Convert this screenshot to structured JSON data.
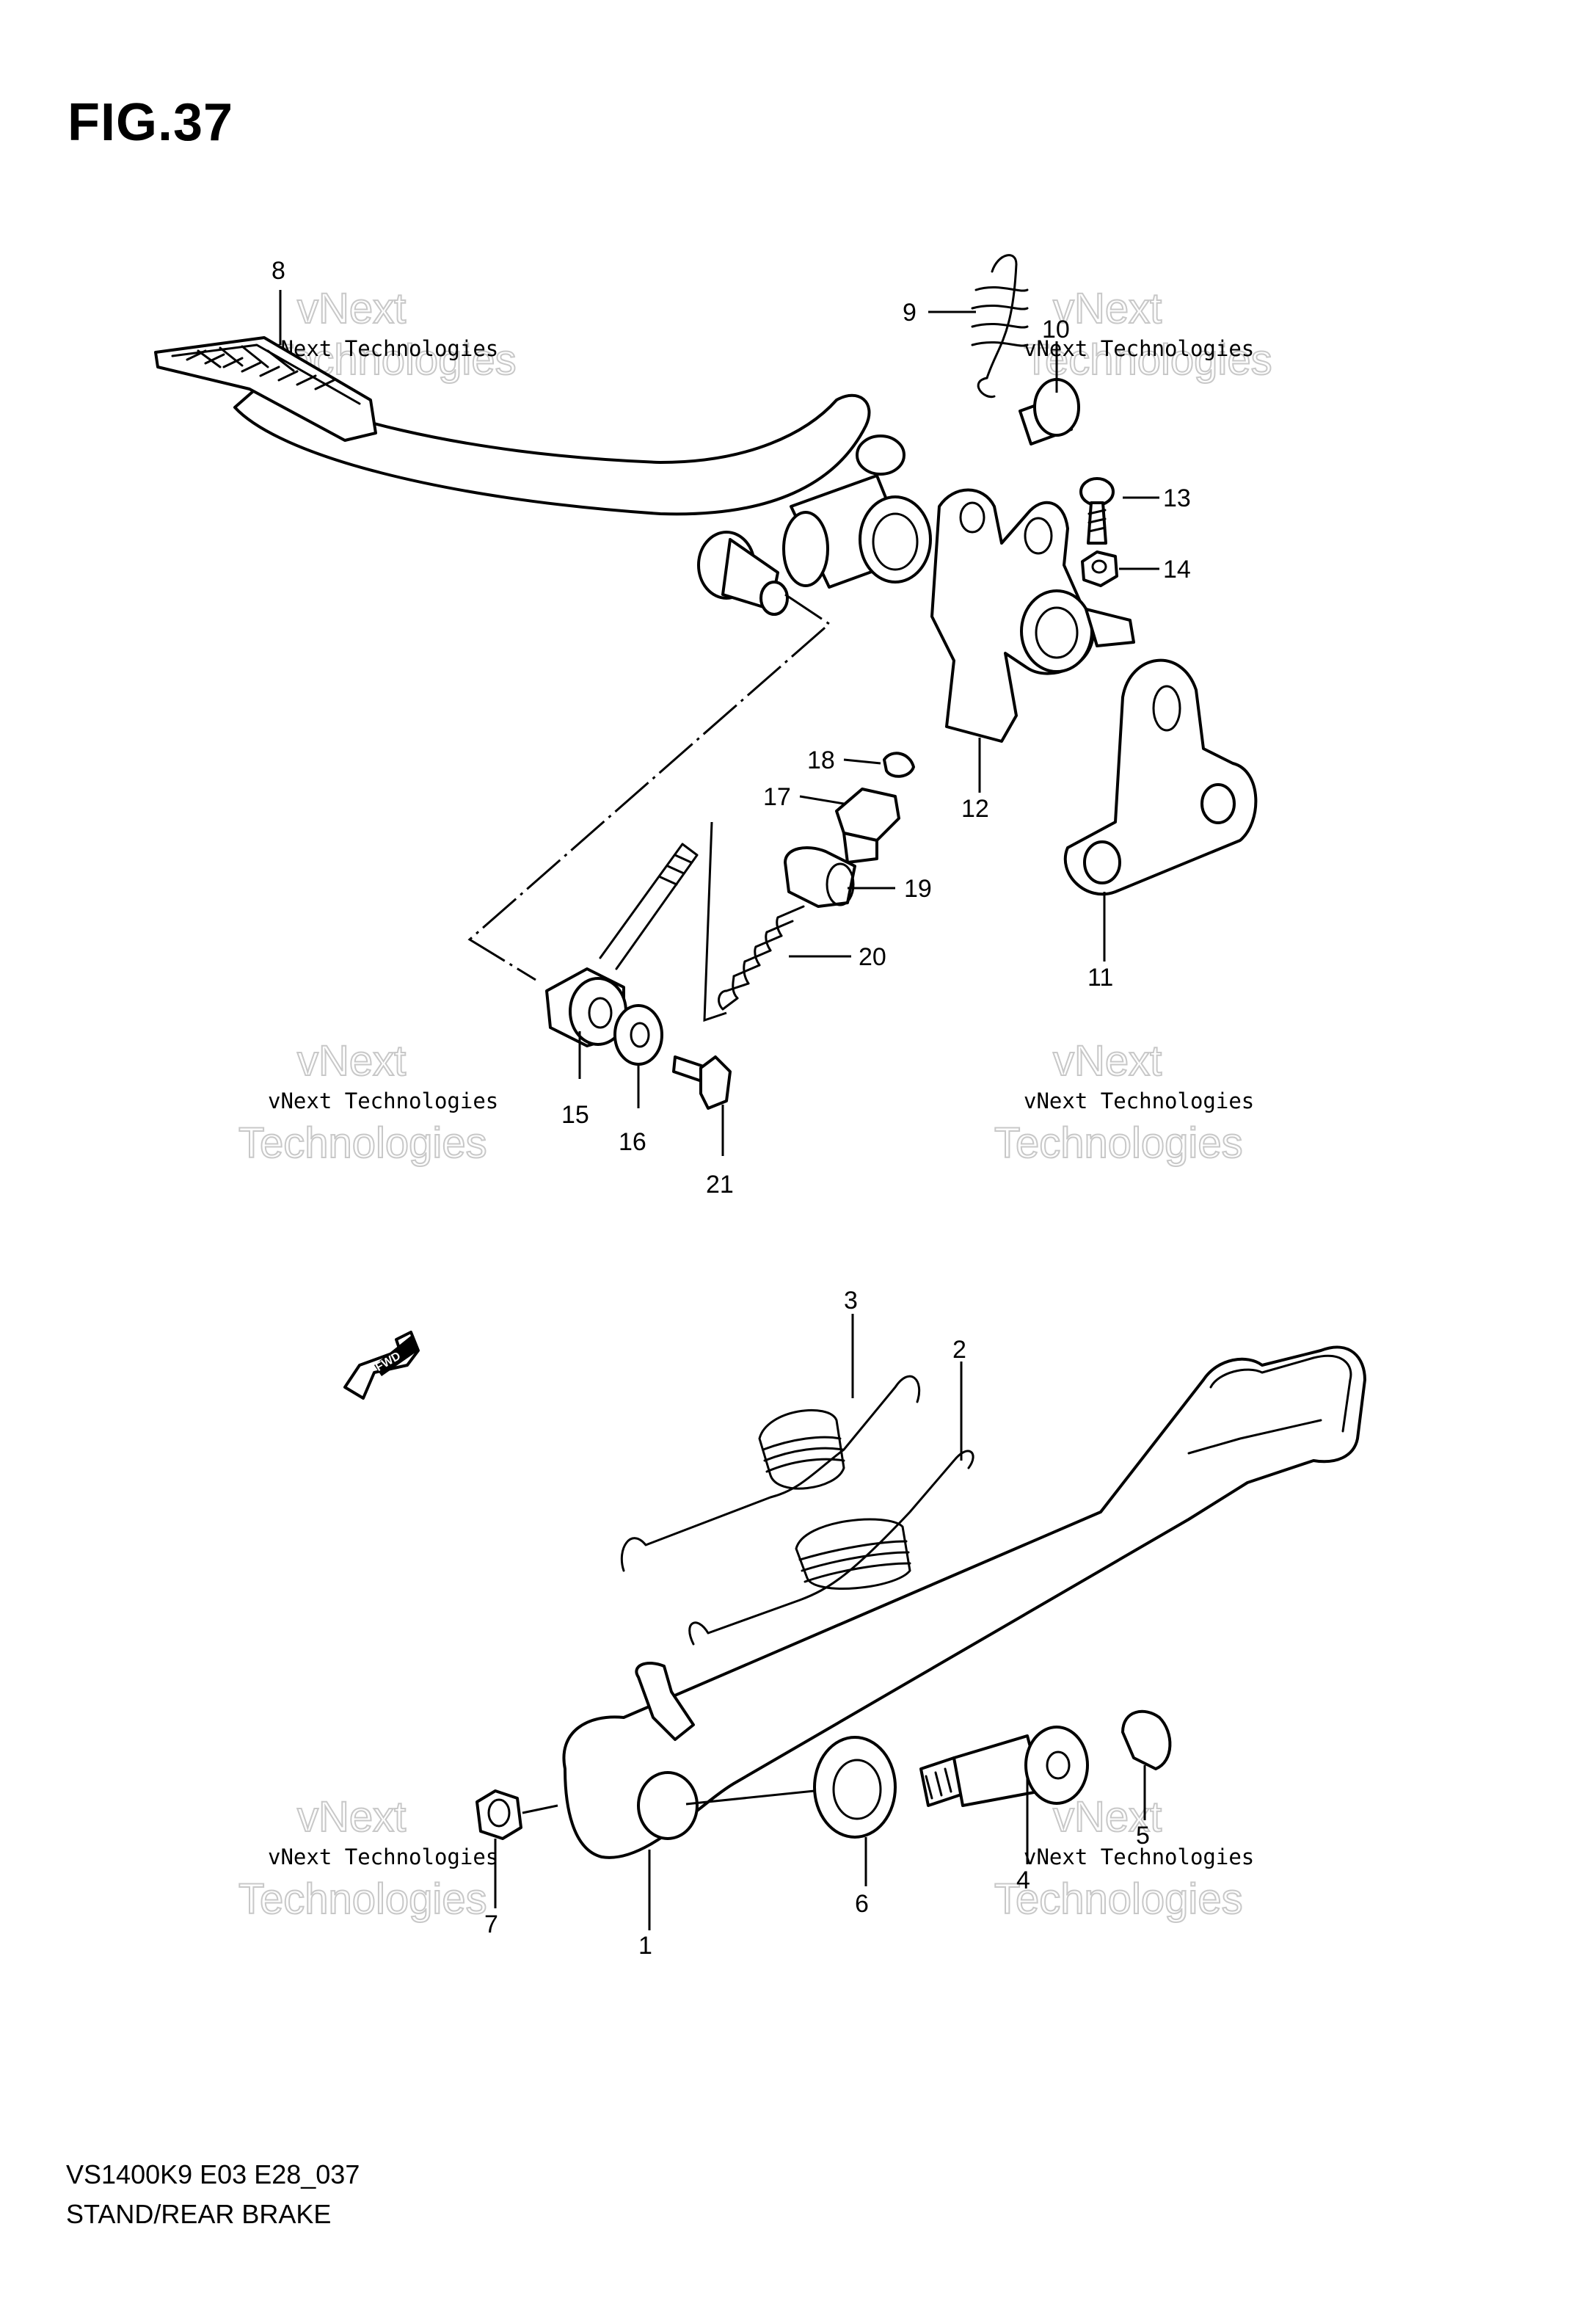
{
  "figure": {
    "title": "FIG.37",
    "model_code": "VS1400K9 E03 E28_037",
    "name": "STAND/REAR BRAKE"
  },
  "fwd_label": "FWD",
  "watermark": {
    "line1": "vNext Technologies",
    "line2": "vNext",
    "line3": "Technologies"
  },
  "callouts": [
    "1",
    "2",
    "3",
    "4",
    "5",
    "6",
    "7",
    "8",
    "9",
    "10",
    "11",
    "12",
    "13",
    "14",
    "15",
    "16",
    "17",
    "18",
    "19",
    "20",
    "21"
  ]
}
